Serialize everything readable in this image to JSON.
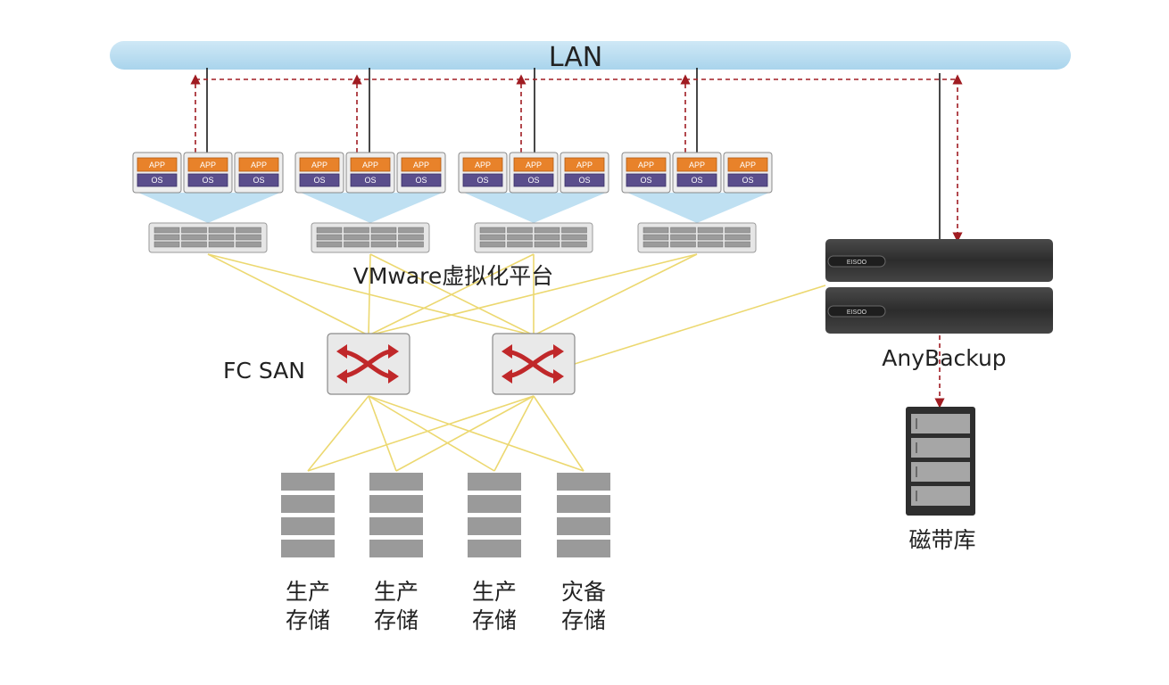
{
  "lan": {
    "label": "LAN"
  },
  "vm_box": {
    "app_label": "APP",
    "os_label": "OS"
  },
  "platform": {
    "label": "VMware虚拟化平台"
  },
  "san": {
    "label": "FC SAN"
  },
  "backup": {
    "label": "AnyBackup",
    "badge": "EISOO"
  },
  "tape": {
    "label": "磁带库"
  },
  "storage": [
    {
      "line1": "生产",
      "line2": "存储"
    },
    {
      "line1": "生产",
      "line2": "存储"
    },
    {
      "line1": "生产",
      "line2": "存储"
    },
    {
      "line1": "灾备",
      "line2": "存储"
    }
  ],
  "colors": {
    "lan_bar": "#b9ddf0",
    "fabric_line": "#ecd870",
    "dashed_arrow": "#a01c22",
    "app_orange": "#e8822a",
    "os_purple": "#5a4e8c",
    "switch_arrow": "#c0282a",
    "storage_grey": "#9a9a9a",
    "appliance_dark": "#3c3c3c"
  }
}
